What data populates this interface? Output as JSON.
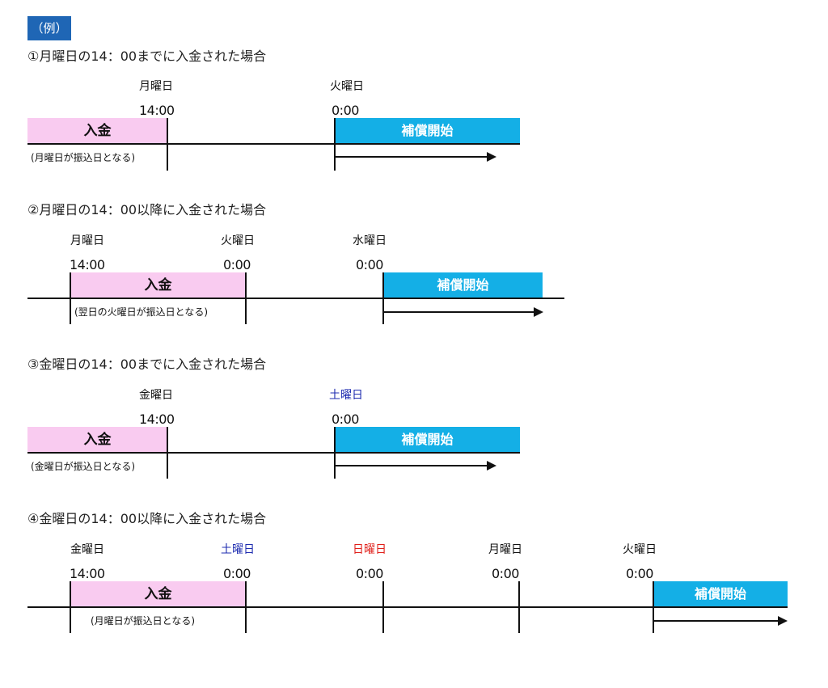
{
  "badge": "（例）",
  "scenario1": {
    "heading": "①月曜日の14：00までに入金された場合",
    "day1": "月曜日",
    "time1": "14:00",
    "day2": "火曜日",
    "time2": "0:00",
    "payment_label": "入金",
    "compensation_label": "補償開始",
    "note": "(月曜日が振込日となる)"
  },
  "scenario2": {
    "heading": "②月曜日の14：00以降に入金された場合",
    "day1": "月曜日",
    "time1": "14:00",
    "day2": "火曜日",
    "time2": "0:00",
    "day3": "水曜日",
    "time3": "0:00",
    "payment_label": "入金",
    "compensation_label": "補償開始",
    "note": "(翌日の火曜日が振込日となる)"
  },
  "scenario3": {
    "heading": "③金曜日の14：00までに入金された場合",
    "day1": "金曜日",
    "time1": "14:00",
    "day2": "土曜日",
    "time2": "0:00",
    "payment_label": "入金",
    "compensation_label": "補償開始",
    "note": "(金曜日が振込日となる)"
  },
  "scenario4": {
    "heading": "④金曜日の14：00以降に入金された場合",
    "day1": "金曜日",
    "time1": "14:00",
    "day2": "土曜日",
    "time2": "0:00",
    "day3": "日曜日",
    "time3": "0:00",
    "day4": "月曜日",
    "time4": "0:00",
    "day5": "火曜日",
    "time5": "0:00",
    "payment_label": "入金",
    "compensation_label": "補償開始",
    "note": "(月曜日が振込日となる)"
  },
  "colors": {
    "badge": "#1f66b5",
    "payment": "#f9cbf0",
    "compensation": "#14afe6",
    "saturday": "#1f2db0",
    "sunday": "#e0201a"
  }
}
